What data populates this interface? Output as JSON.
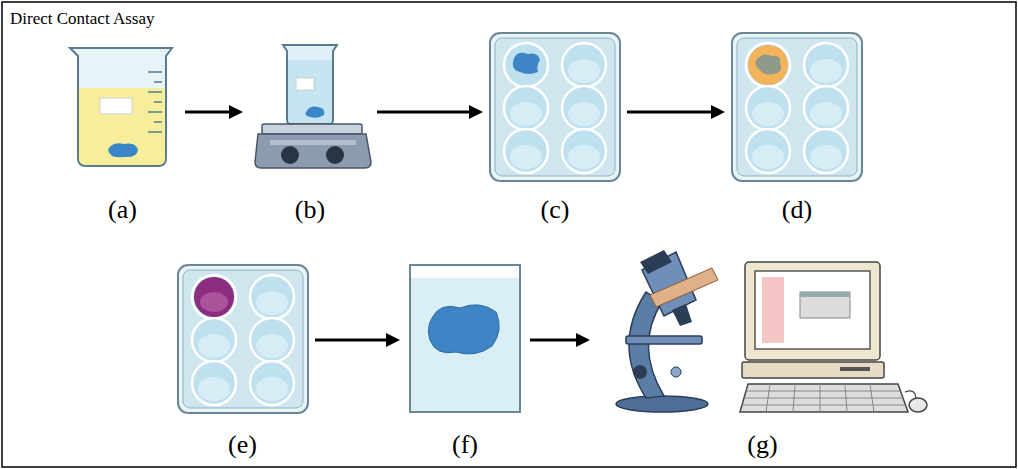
{
  "diagram": {
    "title": "Direct Contact Assay",
    "nodes": [
      {
        "text": [
          "(a)"
        ]
      },
      {
        "text": [
          "(b)"
        ]
      },
      {
        "text": [
          "(c)"
        ]
      },
      {
        "text": [
          "(d)"
        ]
      },
      {
        "text": [
          "(e)"
        ]
      },
      {
        "text": [
          "(f)"
        ]
      },
      {
        "text": [
          "(g)"
        ]
      }
    ],
    "edges": [
      {
        "from": 0,
        "to": 1,
        "arrow": "to"
      },
      {
        "from": 1,
        "to": 2,
        "arrow": "to"
      },
      {
        "from": 2,
        "to": 3,
        "arrow": "to"
      },
      {
        "from": 4,
        "to": 5,
        "arrow": "to"
      },
      {
        "from": 5,
        "to": 6,
        "arrow": "to"
      }
    ]
  }
}
